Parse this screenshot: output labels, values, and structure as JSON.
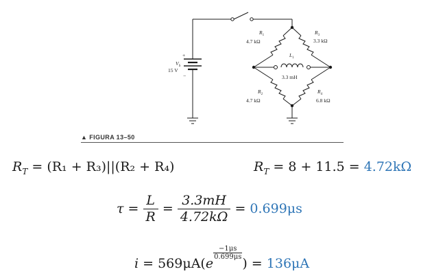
{
  "circuit": {
    "r1_name": "R",
    "r1_sub": "1",
    "r1_value": "4.7 kΩ",
    "r2_name": "R",
    "r2_sub": "2",
    "r2_value": "4.7 kΩ",
    "r3_name": "R",
    "r3_sub": "3",
    "r3_value": "3.3 kΩ",
    "r4_name": "R",
    "r4_sub": "4",
    "r4_value": "6.8 kΩ",
    "l1_name": "L",
    "l1_sub": "1",
    "l1_value": "3.3 mH",
    "vs_name": "V",
    "vs_sub": "S",
    "vs_value": "15 V",
    "plus": "+",
    "minus": "−"
  },
  "figure_caption": "▲ FIGURA 13–50",
  "equations": {
    "rt_formula": {
      "lhs": "R",
      "sub": "T",
      "rhs": " = (R₁ + R₃)||(R₂ + R₄)"
    },
    "rt_value": {
      "lhs": "R",
      "sub": "T",
      "mid": " = 8 + 11.5 = ",
      "result": "4.72kΩ"
    },
    "tau": {
      "symbol": "τ",
      "eq1": " = ",
      "frac1_num": "L",
      "frac1_den": "R",
      "eq2": " = ",
      "frac2_num": "3.3mH",
      "frac2_den": "4.72kΩ",
      "eq3": " = ",
      "result": "0.699μs"
    },
    "current": {
      "lhs": "i",
      "mid": " = 569μA(",
      "base": "e",
      "exp_num": "−1μs",
      "exp_den": "0.699μs",
      "close": ") = ",
      "result": "136μA"
    }
  }
}
